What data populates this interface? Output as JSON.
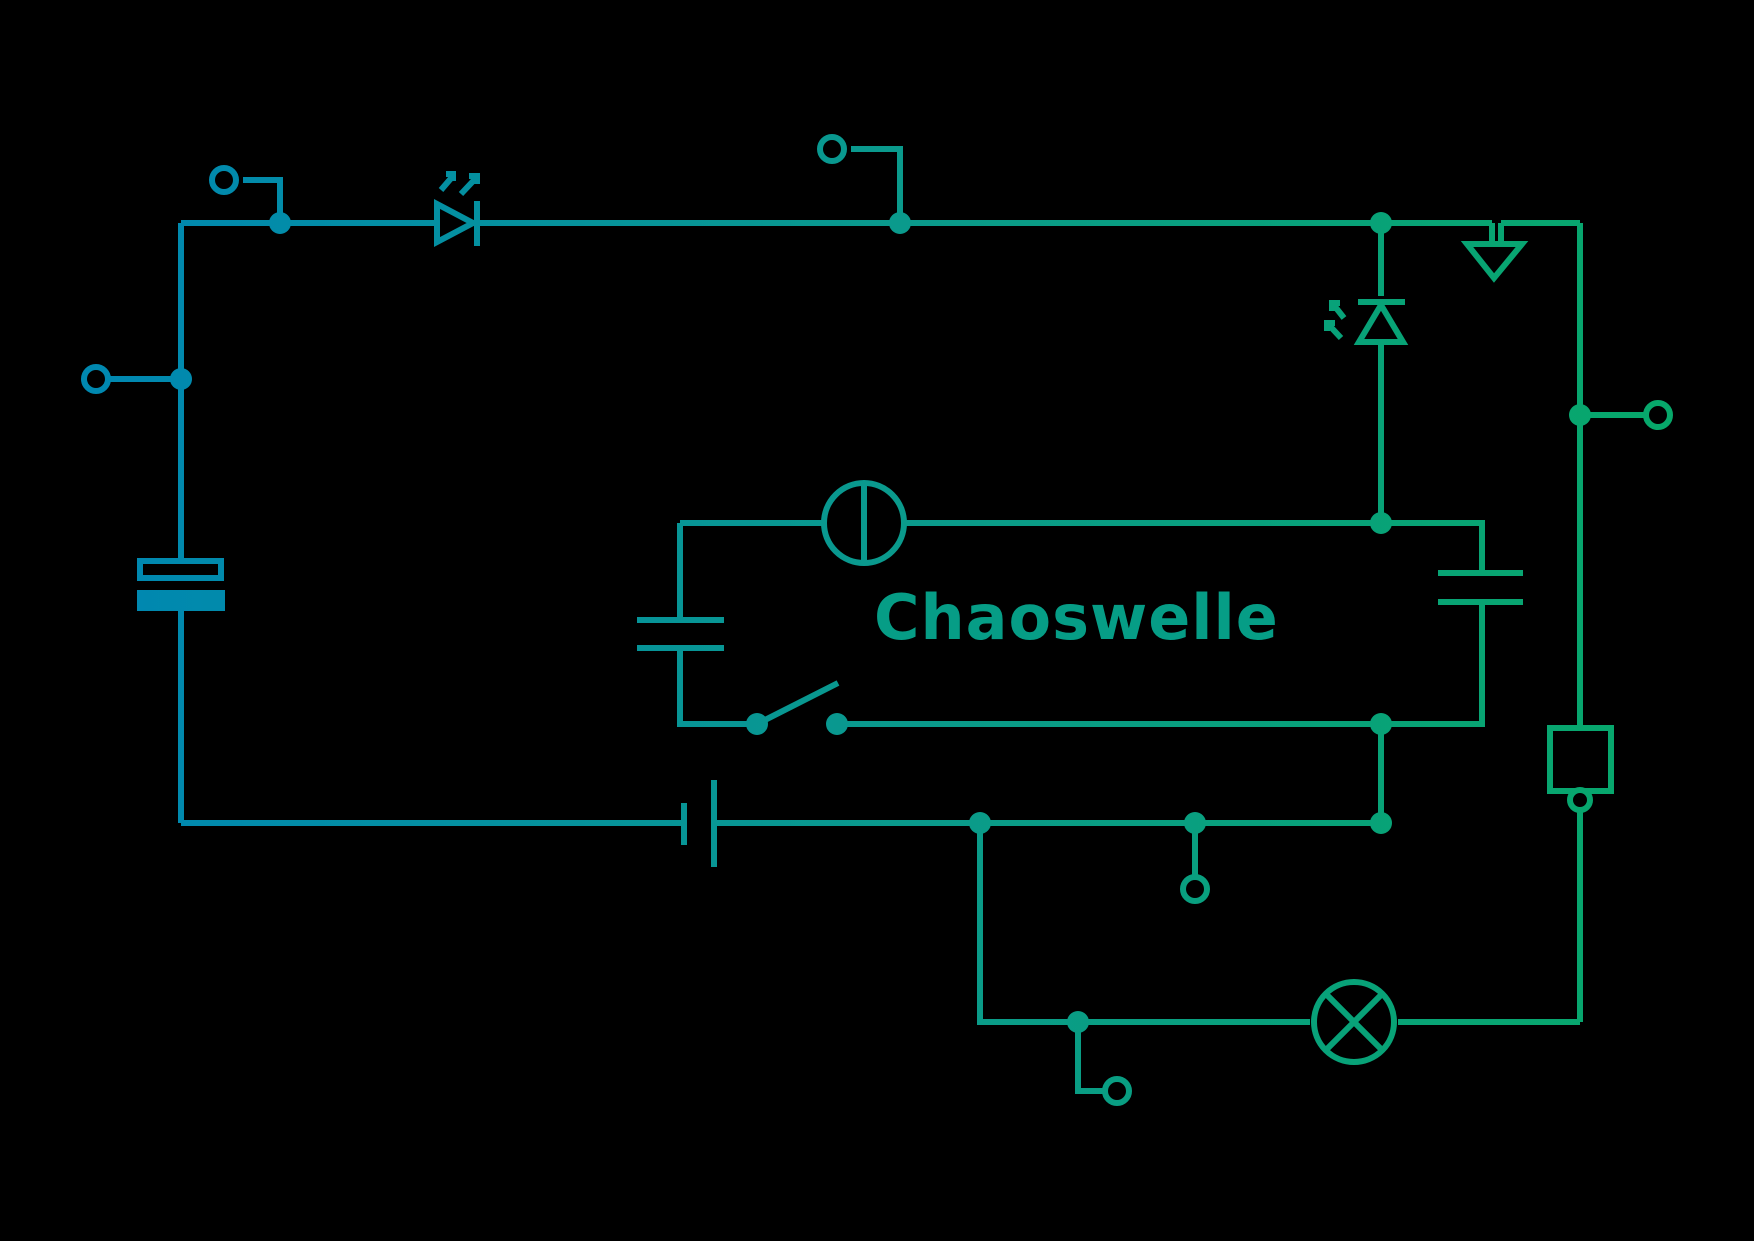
{
  "diagram": {
    "title": "Chaoswelle",
    "colors": {
      "background": "#000000",
      "gradient_start": "#0088b0",
      "gradient_mid": "#0a9a8c",
      "gradient_end": "#07a86a",
      "title": "#069d86"
    },
    "components": [
      "crystal-resonator",
      "light-emitting-diode",
      "photodiode",
      "schottky-diode",
      "current-source",
      "capacitor",
      "capacitor",
      "switch",
      "battery-cell",
      "fuse",
      "lamp"
    ]
  }
}
